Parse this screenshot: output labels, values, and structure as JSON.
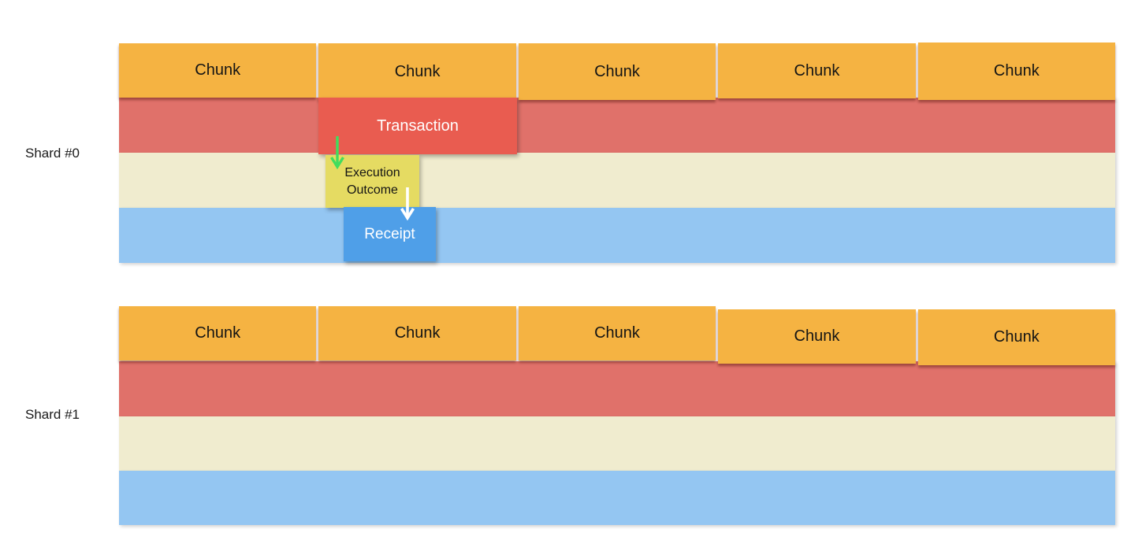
{
  "colors": {
    "background": "#ffffff",
    "chunk_orange": "#f5b342",
    "chunk_text": "#141414",
    "band_red": "#e0716a",
    "band_cream": "#f0eccf",
    "band_blue": "#94c6f2",
    "transaction_red": "#e95c50",
    "outcome_yellow": "#e5db62",
    "receipt_blue": "#4f9fe8",
    "arrow_green": "#41dd5d",
    "arrow_white": "#ffffff",
    "label_text": "#1a1a1a",
    "light_text": "#ffffff"
  },
  "shards": [
    {
      "label": "Shard #0",
      "chunks": [
        "Chunk",
        "Chunk",
        "Chunk",
        "Chunk",
        "Chunk"
      ]
    },
    {
      "label": "Shard #1",
      "chunks": [
        "Chunk",
        "Chunk",
        "Chunk",
        "Chunk",
        "Chunk"
      ]
    }
  ],
  "overlays": {
    "transaction": {
      "label": "Transaction"
    },
    "execution_outcome": {
      "label": "Execution Outcome"
    },
    "receipt": {
      "label": "Receipt"
    }
  }
}
